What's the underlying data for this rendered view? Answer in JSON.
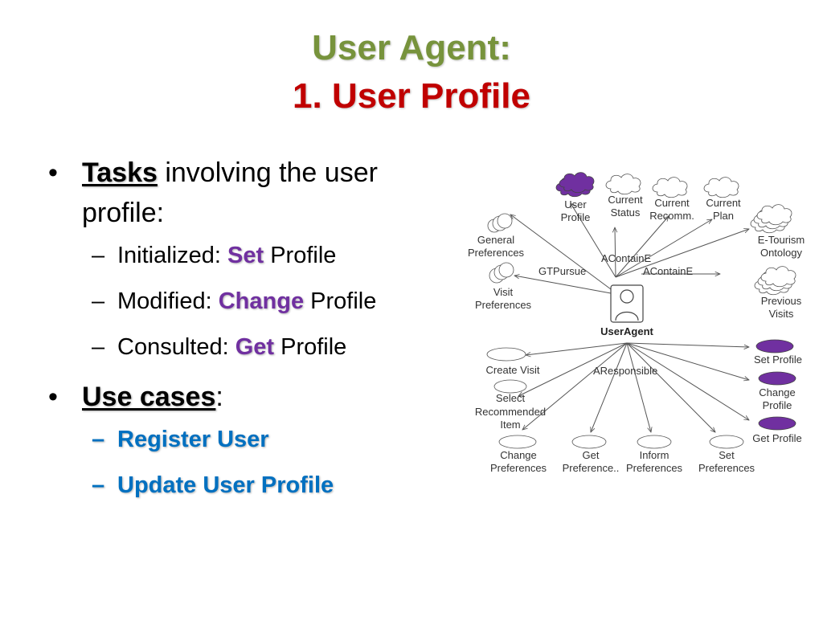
{
  "title": {
    "line1": "User Agent:",
    "line2": "1. User Profile"
  },
  "bullets": {
    "tasks_strong": "Tasks",
    "tasks_rest": " involving the user",
    "tasks_rest2": "profile:",
    "sub": [
      {
        "prefix": "Initialized: ",
        "keyword": "Set",
        "suffix": " Profile"
      },
      {
        "prefix": "Modified: ",
        "keyword": "Change",
        "suffix": " Profile"
      },
      {
        "prefix": "Consulted: ",
        "keyword": "Get",
        "suffix": " Profile"
      }
    ],
    "usecases_strong": "Use cases",
    "usecases_colon": ":",
    "usecase_items": [
      "Register User",
      "Update User Profile"
    ],
    "dash": "–",
    "dot": "•"
  },
  "diagram": {
    "colors": {
      "filled": "#7030a0",
      "line": "#555555",
      "outline_fill": "#ffffff"
    },
    "center_label": "UserAgent",
    "relation_labels": {
      "gtpursue": "GTPursue",
      "acontaine_1": "AContainE",
      "acontaine_2": "AContainE",
      "aresponsible": "AResponsible"
    },
    "clouds": {
      "user_profile": [
        "User",
        "Profile"
      ],
      "current_status": [
        "Current",
        "Status"
      ],
      "current_recomm": [
        "Current",
        "Recomm."
      ],
      "current_plan": [
        "Current",
        "Plan"
      ],
      "etourism": [
        "E-Tourism",
        "Ontology"
      ],
      "previous_visits": [
        "Previous",
        "Visits"
      ],
      "general_prefs": [
        "General",
        "Preferences"
      ],
      "visit_prefs": [
        "Visit",
        "Preferences"
      ]
    },
    "usecases": {
      "set_profile": "Set Profile",
      "change_profile": [
        "Change",
        "Profile"
      ],
      "get_profile": "Get Profile",
      "create_visit": "Create Visit",
      "select_item": [
        "Select",
        "Recommended",
        "Item"
      ],
      "change_prefs": [
        "Change",
        "Preferences"
      ],
      "get_prefs": [
        "Get",
        "Preference.."
      ],
      "inform_prefs": [
        "Inform",
        "Preferences"
      ],
      "set_prefs": [
        "Set",
        "Preferences"
      ]
    }
  }
}
